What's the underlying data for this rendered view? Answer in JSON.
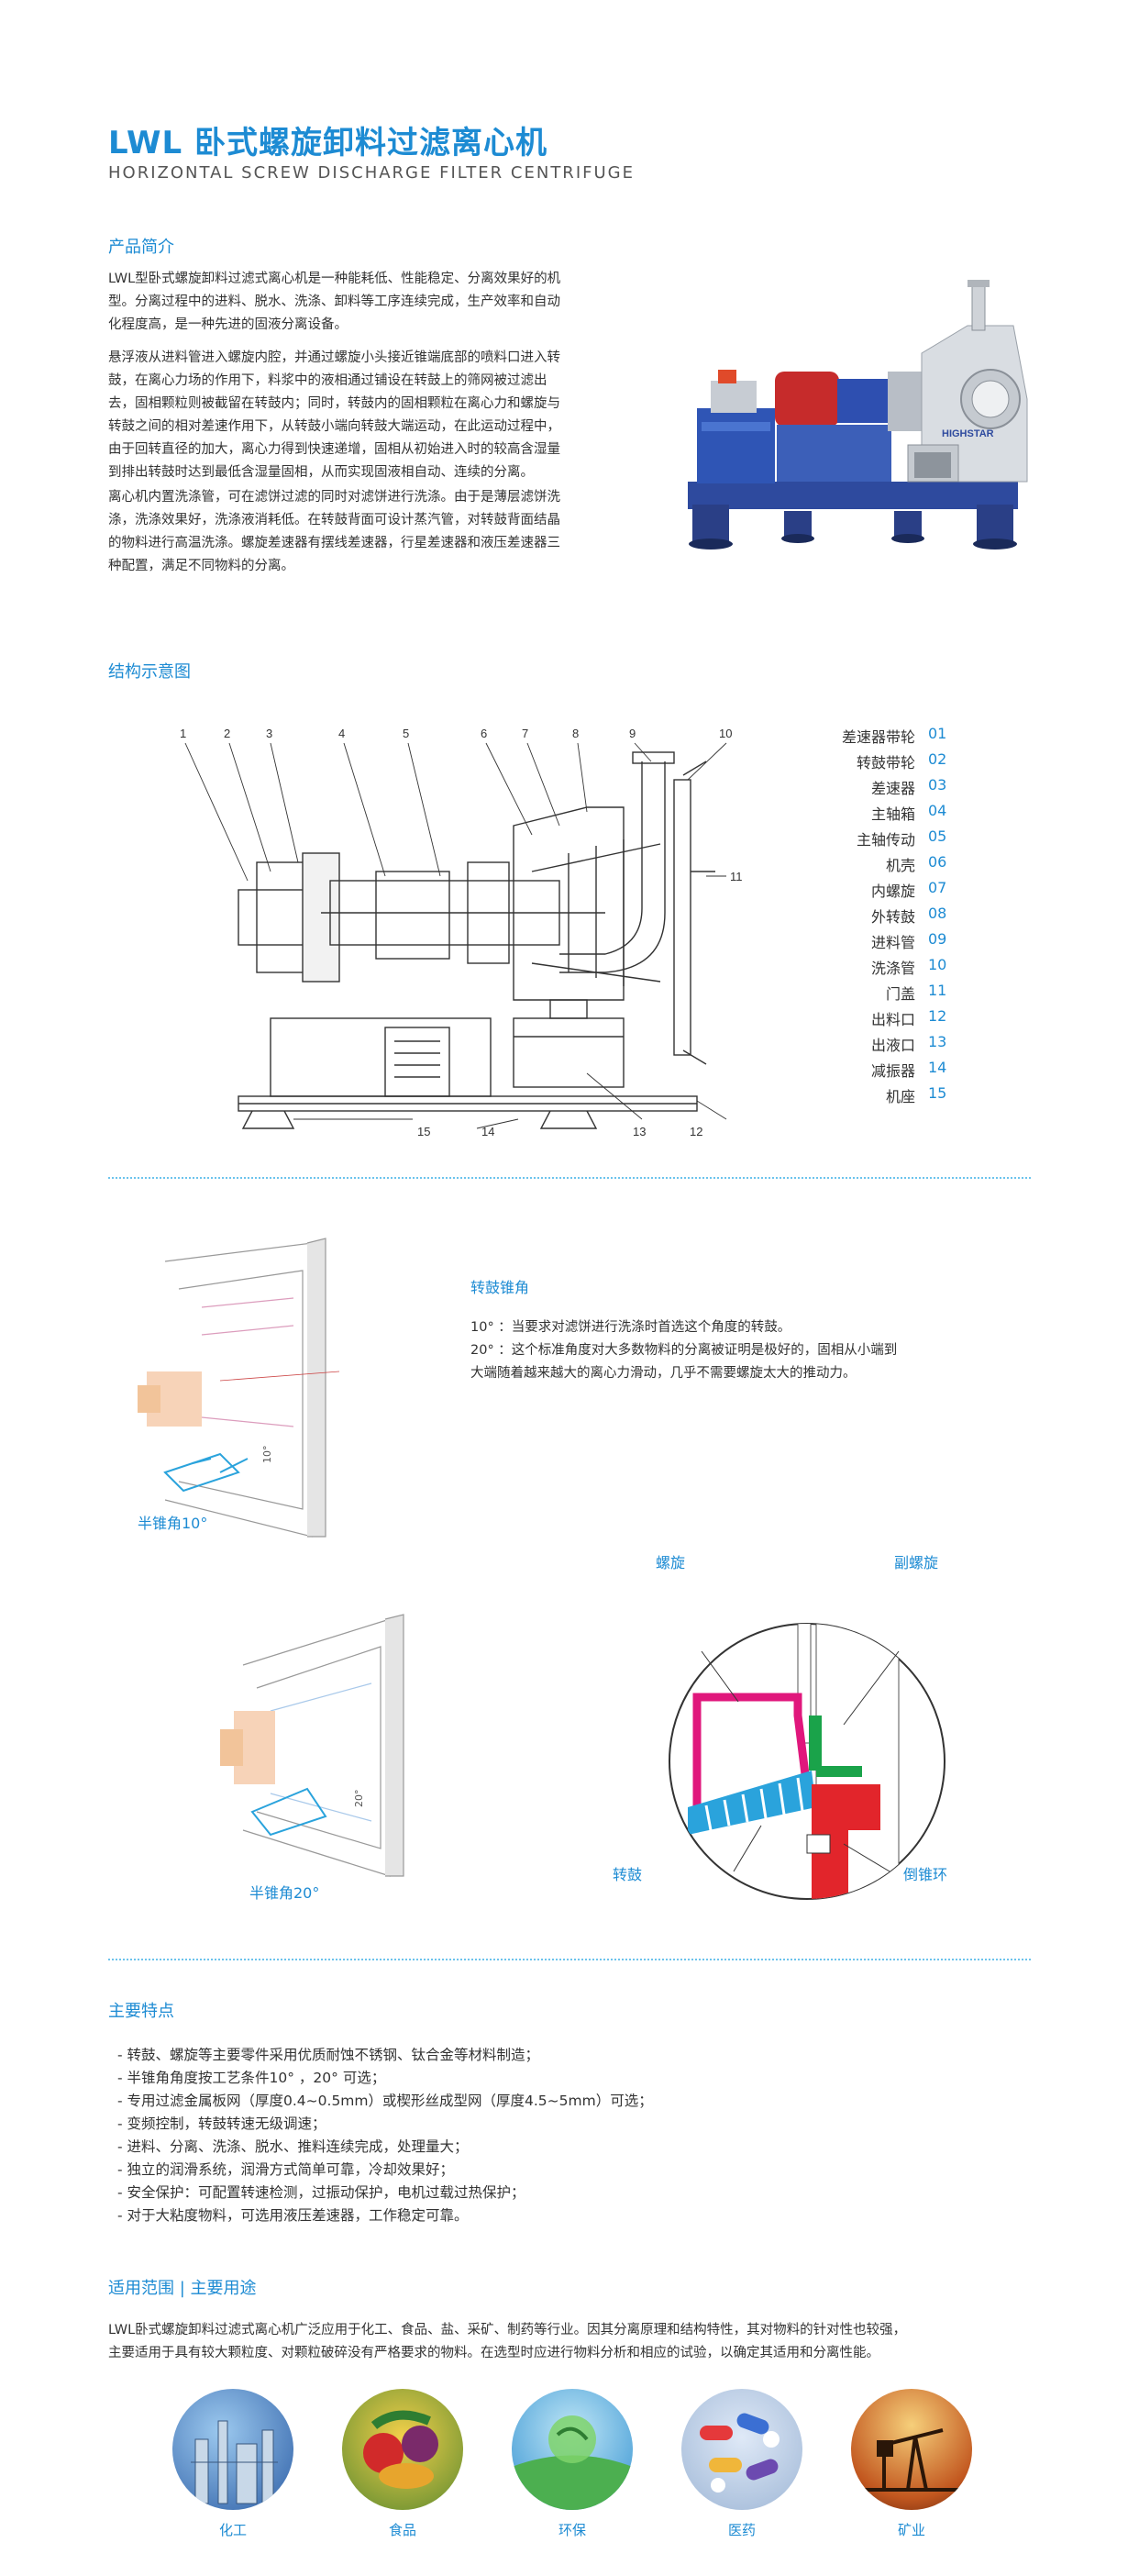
{
  "header": {
    "title": "LWL 卧式螺旋卸料过滤离心机",
    "subtitle": "HORIZONTAL SCREW DISCHARGE FILTER CENTRIFUGE"
  },
  "intro": {
    "heading": "产品简介",
    "p1_lines": [
      "LWL型卧式螺旋卸料过滤式离心机是一种能耗低、性能稳定、分离效果好的机",
      "型。分离过程中的进料、脱水、洗涤、卸料等工序连续完成，生产效率和自动",
      "化程度高，是一种先进的固液分离设备。"
    ],
    "p2_lines": [
      "悬浮液从进料管进入螺旋内腔，并通过螺旋小头接近锥端底部的喷料口进入转",
      "鼓，在离心力场的作用下，料浆中的液相通过铺设在转鼓上的筛网被过滤出",
      "去，固相颗粒则被截留在转鼓内；同时，转鼓内的固相颗粒在离心力和螺旋与",
      "转鼓之间的相对差速作用下，从转鼓小端向转鼓大端运动，在此运动过程中，",
      "由于回转直径的加大，离心力得到快速递增，固相从初始进入时的较高含湿量",
      "到排出转鼓时达到最低含湿量固相，从而实现固液相自动、连续的分离。"
    ],
    "p3_lines": [
      "离心机内置洗涤管，可在滤饼过滤的同时对滤饼进行洗涤。由于是薄层滤饼洗",
      "涤，洗涤效果好，洗涤液消耗低。在转鼓背面可设计蒸汽管，对转鼓背面结晶",
      "的物料进行高温洗涤。螺旋差速器有摆线差速器，行星差速器和液压差速器三",
      "种配置，满足不同物料的分离。"
    ],
    "brand": "HIGHSTAR"
  },
  "structure": {
    "heading": "结构示意图",
    "callouts": [
      "1",
      "2",
      "3",
      "4",
      "5",
      "6",
      "7",
      "8",
      "9",
      "10",
      "11",
      "12",
      "13",
      "14",
      "15"
    ],
    "legend": [
      {
        "name": "差速器带轮",
        "code": "01"
      },
      {
        "name": "转鼓带轮",
        "code": "02"
      },
      {
        "name": "差速器",
        "code": "03"
      },
      {
        "name": "主轴箱",
        "code": "04"
      },
      {
        "name": "主轴传动",
        "code": "05"
      },
      {
        "name": "机壳",
        "code": "06"
      },
      {
        "name": "内螺旋",
        "code": "07"
      },
      {
        "name": "外转鼓",
        "code": "08"
      },
      {
        "name": "进料管",
        "code": "09"
      },
      {
        "name": "洗涤管",
        "code": "10"
      },
      {
        "name": "门盖",
        "code": "11"
      },
      {
        "name": "出料口",
        "code": "12"
      },
      {
        "name": "出液口",
        "code": "13"
      },
      {
        "name": "减振器",
        "code": "14"
      },
      {
        "name": "机座",
        "code": "15"
      }
    ]
  },
  "cone": {
    "heading": "转鼓锥角",
    "line1": "10° ：当要求对滤饼进行洗涤时首选这个角度的转鼓。",
    "line2": "20° ：这个标准角度对大多数物料的分离被证明是极好的，固相从小端到",
    "line3": "大端随着越来越大的离心力滑动，几乎不需要螺旋太大的推动力。",
    "label_10": "半锥角10°",
    "label_20": "半锥角20°",
    "angle_10": "10°",
    "angle_20": "20°",
    "detail": {
      "screw": "螺旋",
      "aux_screw": "副螺旋",
      "drum": "转鼓",
      "cone_ring": "倒锥环"
    }
  },
  "features": {
    "heading": "主要特点",
    "items": [
      "- 转鼓、螺旋等主要零件采用优质耐蚀不锈钢、钛合金等材料制造；",
      "- 半锥角角度按工艺条件10° ，20° 可选；",
      "- 专用过滤金属板网（厚度0.4~0.5mm）或楔形丝成型网（厚度4.5~5mm）可选；",
      "- 变频控制，转鼓转速无级调速；",
      "- 进料、分离、洗涤、脱水、推料连续完成，处理量大；",
      "- 独立的润滑系统，润滑方式简单可靠，冷却效果好；",
      "- 安全保护：可配置转速检测，过振动保护，电机过载过热保护；",
      "- 对于大粘度物料，可选用液压差速器，工作稳定可靠。"
    ]
  },
  "application": {
    "heading": "适用范围 | 主要用途",
    "line1": "LWL卧式螺旋卸料过滤式离心机广泛应用于化工、食品、盐、采矿、制药等行业。因其分离原理和结构特性，其对物料的针对性也较强，",
    "line2": "主要适用于具有较大颗粒度、对颗粒破碎没有严格要求的物料。在选型时应进行物料分析和相应的试验，以确定其适用和分离性能。",
    "icons": [
      {
        "label": "化工",
        "icon": "chemical-plant-icon"
      },
      {
        "label": "食品",
        "icon": "vegetables-icon"
      },
      {
        "label": "环保",
        "icon": "eco-globe-icon"
      },
      {
        "label": "医药",
        "icon": "pills-icon"
      },
      {
        "label": "矿业",
        "icon": "oil-pump-icon"
      }
    ]
  },
  "colors": {
    "accent": "#1d8bd3",
    "screw": "#e0177c",
    "aux": "#1aa34a",
    "ring": "#e2252b",
    "drum": "#2aa3dc"
  }
}
